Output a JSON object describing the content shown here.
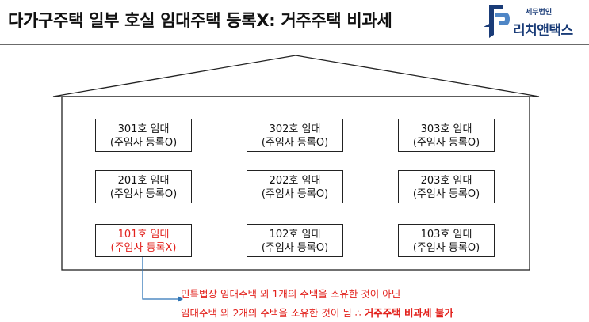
{
  "title": "다가구주택 일부 호실 임대주택 등록X: 거주주택 비과세",
  "logo": {
    "small_text": "세무법인",
    "big_text": "리치앤택스",
    "colors": {
      "dark": "#1a3c78",
      "light": "#4f86c6"
    }
  },
  "colors": {
    "highlight": "#e2211c",
    "text": "#111111",
    "outline": "#222222"
  },
  "rooms": [
    {
      "line1": "301호 임대",
      "line2": "(주임사 등록O)"
    },
    {
      "line1": "302호 임대",
      "line2": "(주임사 등록O)"
    },
    {
      "line1": "303호 임대",
      "line2": "(주임사 등록O)"
    },
    {
      "line1": "201호 임대",
      "line2": "(주임사 등록O)"
    },
    {
      "line1": "202호 임대",
      "line2": "(주임사 등록O)"
    },
    {
      "line1": "203호 임대",
      "line2": "(주임사 등록O)"
    },
    {
      "line1": "101호 임대",
      "line2": "(주임사 등록X)",
      "highlight": true
    },
    {
      "line1": "102호 임대",
      "line2": "(주임사 등록O)"
    },
    {
      "line1": "103호 임대",
      "line2": "(주임사 등록O)"
    }
  ],
  "notes": {
    "line1": "민특법상 임대주택 외 1개의 주택을 소유한 것이 아닌",
    "line2_prefix": "임대주택 외 2개의 주택을 소유한 것이 됨 ∴ ",
    "line2_bold": "거주주택 비과세 불가"
  }
}
